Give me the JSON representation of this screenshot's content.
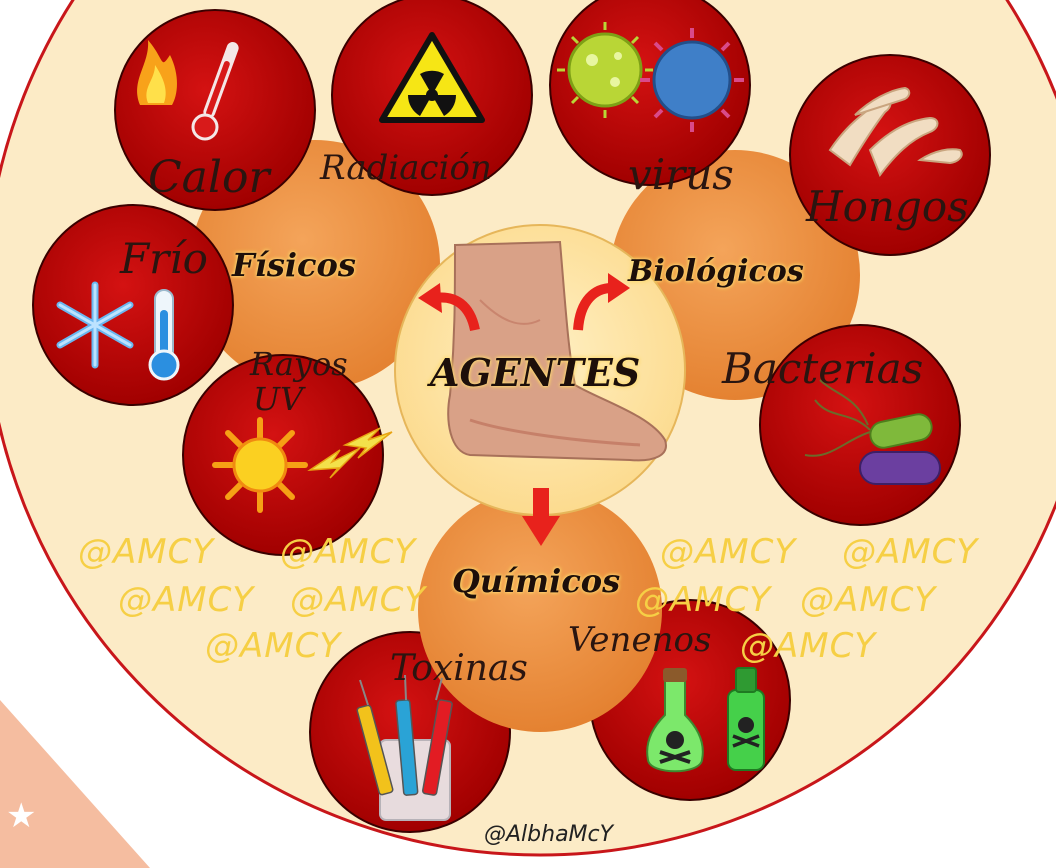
{
  "center": {
    "title": "AGENTES"
  },
  "categories": {
    "fisicos": "Físicos",
    "biologicos": "Biológicos",
    "quimicos": "Químicos"
  },
  "agents": {
    "calor": "Calor",
    "radiacion": "Radiación",
    "frio": "Frío",
    "rayos": "Rayos",
    "uv": "UV",
    "virus": "virus",
    "hongos": "Hongos",
    "bacterias": "Bacterias",
    "toxinas": "Toxinas",
    "venenos": "Venenos"
  },
  "watermark": "@AMCY",
  "credit": "@AlbhaMcY",
  "colors": {
    "outer_circle": "#fcebc6",
    "outer_border": "#c8161a",
    "agent_circle": "#c00000",
    "category_circle": "#f0953f",
    "center_circle": "#fde3a4",
    "arrow": "#e8221c",
    "watermark": "#f6cf45",
    "corner_tab": "#f5bda0"
  },
  "icons": {
    "calor": "fire-thermometer-icon",
    "radiacion": "radiation-warning-icon",
    "virus": "virus-icon",
    "hongos": "fungus-icon",
    "frio": "snowflake-thermometer-icon",
    "rayos": "sun-lightning-icon",
    "bacterias": "bacteria-icon",
    "toxinas": "syringes-icon",
    "venenos": "poison-bottles-icon",
    "center": "foot-icon"
  }
}
